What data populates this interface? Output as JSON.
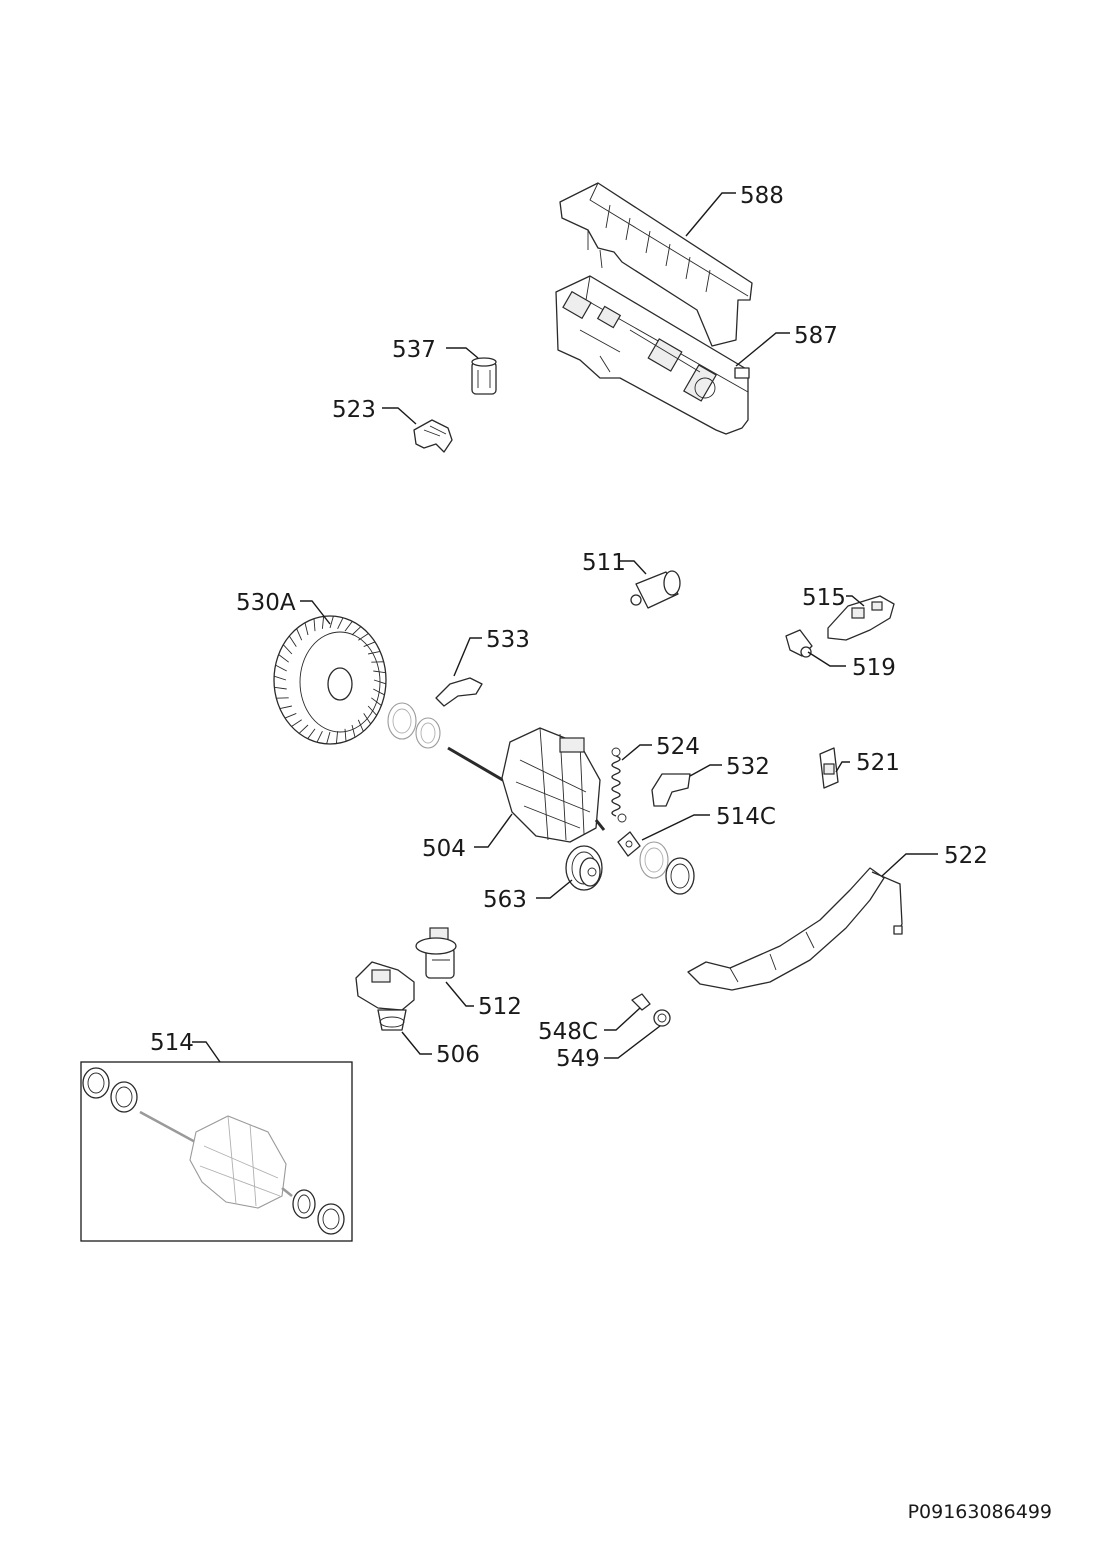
{
  "callouts": {
    "c588": "588",
    "c587": "587",
    "c537": "537",
    "c523": "523",
    "c511": "511",
    "c515": "515",
    "c519": "519",
    "c530a": "530A",
    "c533": "533",
    "c524": "524",
    "c532": "532",
    "c521": "521",
    "c514c": "514C",
    "c504": "504",
    "c522": "522",
    "c563": "563",
    "c512": "512",
    "c548c": "548C",
    "c549": "549",
    "c506": "506",
    "c514": "514"
  },
  "document_code": "P09163086499"
}
